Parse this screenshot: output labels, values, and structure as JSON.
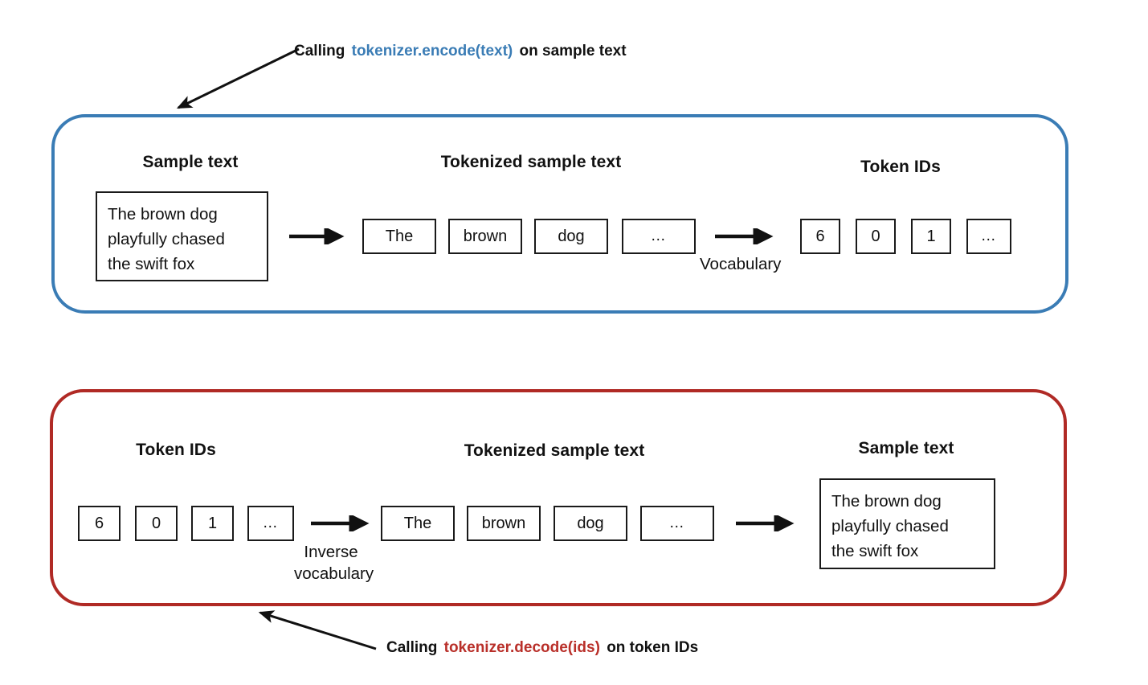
{
  "colors": {
    "encode_border": "#3a7cb5",
    "decode_border": "#b02a25",
    "encode_code_text": "#3a7cb5",
    "decode_code_text": "#b9302a",
    "box_border": "#1a1a1a",
    "background": "#ffffff"
  },
  "annotations": {
    "encode": {
      "prefix": "Calling",
      "code": "tokenizer.encode(text)",
      "suffix": "on sample text"
    },
    "decode": {
      "prefix": "Calling",
      "code": "tokenizer.decode(ids)",
      "suffix": "on token IDs"
    }
  },
  "encode_panel": {
    "headings": {
      "sample_text": "Sample text",
      "tokenized": "Tokenized sample text",
      "token_ids": "Token IDs"
    },
    "sample_text": "The brown dog playfully chased the swift fox",
    "sample_text_lines": [
      "The brown dog",
      "playfully chased",
      "the swift fox"
    ],
    "tokens": [
      "The",
      "brown",
      "dog",
      "…"
    ],
    "token_ids": [
      "6",
      "0",
      "1",
      "…"
    ],
    "arrow1_caption": "",
    "arrow2_caption": "Vocabulary"
  },
  "decode_panel": {
    "headings": {
      "token_ids": "Token IDs",
      "tokenized": "Tokenized sample text",
      "sample_text": "Sample text"
    },
    "token_ids": [
      "6",
      "0",
      "1",
      "…"
    ],
    "tokens": [
      "The",
      "brown",
      "dog",
      "…"
    ],
    "sample_text": "The brown dog playfully chased the swift fox",
    "sample_text_lines": [
      "The brown dog",
      "playfully chased",
      "the swift fox"
    ],
    "arrow1_caption": "Inverse\nvocabulary",
    "arrow2_caption": ""
  }
}
